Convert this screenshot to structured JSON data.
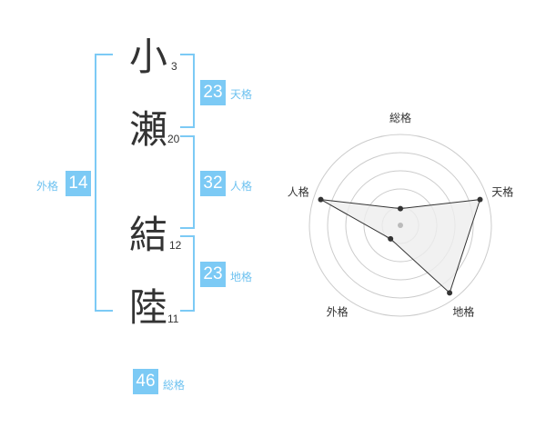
{
  "name": {
    "characters": [
      {
        "char": "小",
        "strokes": "3"
      },
      {
        "char": "瀬",
        "strokes": "20"
      },
      {
        "char": "結",
        "strokes": "12"
      },
      {
        "char": "陸",
        "strokes": "11"
      }
    ]
  },
  "scores": {
    "tenkaku": {
      "label": "天格",
      "value": "23"
    },
    "jinkaku": {
      "label": "人格",
      "value": "32"
    },
    "chikaku": {
      "label": "地格",
      "value": "23"
    },
    "gaikaku": {
      "label": "外格",
      "value": "14"
    },
    "soukaku": {
      "label": "総格",
      "value": "46"
    }
  },
  "colors": {
    "accent": "#7ccaf5",
    "accent_text": "#6ec2f0",
    "radar_fill": "#eeeeee"
  },
  "chart_data": {
    "type": "radar",
    "axes": [
      "総格",
      "天格",
      "地格",
      "外格",
      "人格"
    ],
    "values": [
      1,
      5,
      5,
      1,
      5
    ],
    "max": 5,
    "rings": 5
  }
}
